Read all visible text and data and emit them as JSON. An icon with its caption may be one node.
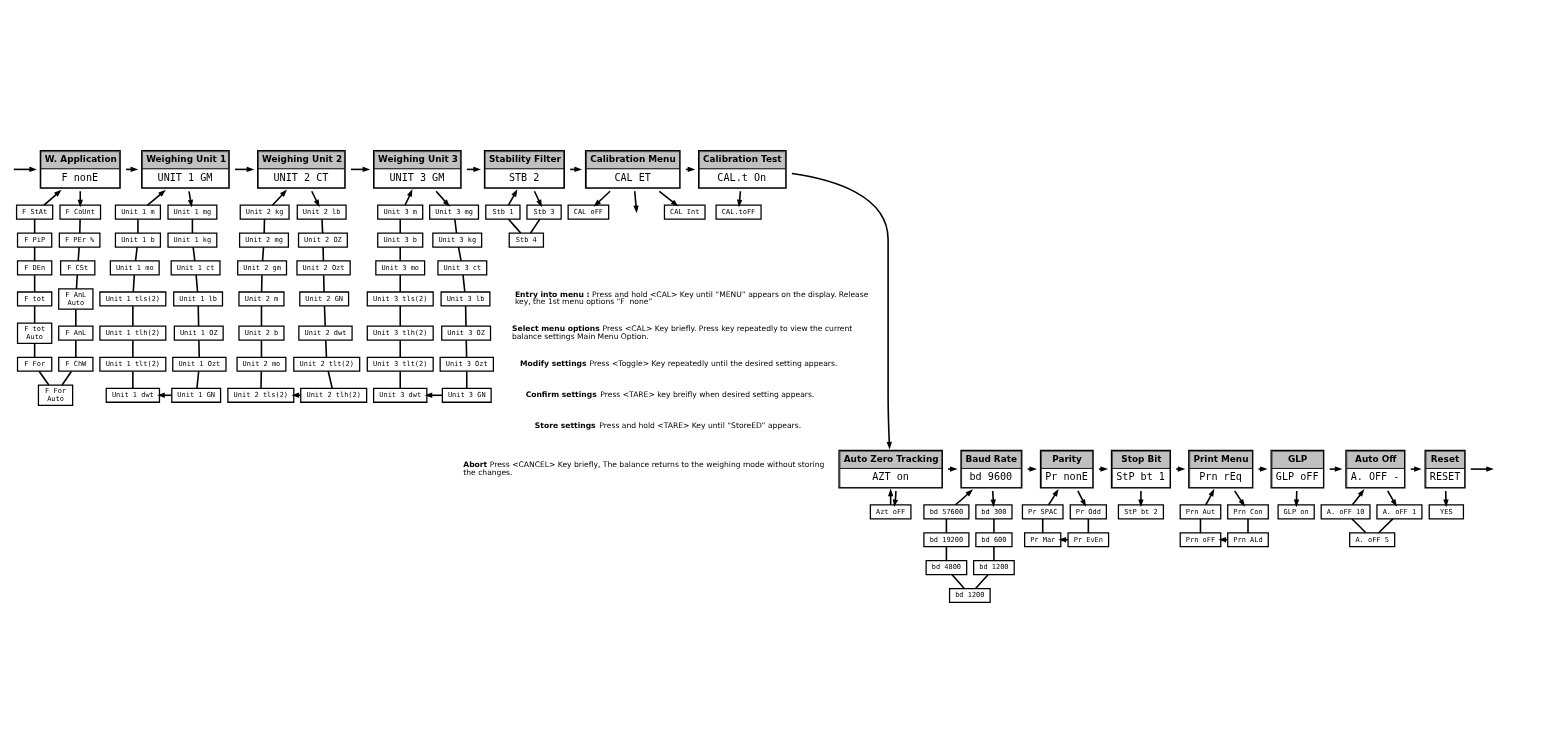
{
  "diagram": {
    "nodes": [
      {
        "text": [
          "W. Application",
          "F nonE"
        ]
      },
      {
        "text": [
          "F StAt"
        ]
      },
      {
        "text": [
          "F CoUnt"
        ]
      },
      {
        "text": [
          "F PiP"
        ]
      },
      {
        "text": [
          "F PEr %"
        ]
      },
      {
        "text": [
          "F DEn"
        ]
      },
      {
        "text": [
          "F CSt"
        ]
      },
      {
        "text": [
          "F tot"
        ]
      },
      {
        "text": [
          "F AnL",
          "Auto"
        ]
      },
      {
        "text": [
          "F tot",
          "Auto"
        ]
      },
      {
        "text": [
          "F AnL"
        ]
      },
      {
        "text": [
          "F For"
        ]
      },
      {
        "text": [
          "F ChW"
        ]
      },
      {
        "text": [
          "F For",
          "Auto"
        ]
      },
      {
        "text": [
          "Weighing Unit 1",
          "UNIT 1 GM"
        ]
      },
      {
        "text": [
          "Unit 1 m"
        ]
      },
      {
        "text": [
          "Unit 1 mg"
        ]
      },
      {
        "text": [
          "Unit 1 b"
        ]
      },
      {
        "text": [
          "Unit 1 kg"
        ]
      },
      {
        "text": [
          "Unit 1 mo"
        ]
      },
      {
        "text": [
          "Unit 1 ct"
        ]
      },
      {
        "text": [
          "Unit 1 tls(2)"
        ]
      },
      {
        "text": [
          "Unit 1 lb"
        ]
      },
      {
        "text": [
          "Unit 1 tlh(2)"
        ]
      },
      {
        "text": [
          "Unit 1 OZ"
        ]
      },
      {
        "text": [
          "Unit 1 tlt(2)"
        ]
      },
      {
        "text": [
          "Unit 1 Ozt"
        ]
      },
      {
        "text": [
          "Unit 1 dwt"
        ]
      },
      {
        "text": [
          "Unit 1 GN"
        ]
      },
      {
        "text": [
          "Weighing Unit 2",
          "UNIT 2 CT"
        ]
      },
      {
        "text": [
          "Unit 2 kg"
        ]
      },
      {
        "text": [
          "Unit 2 lb"
        ]
      },
      {
        "text": [
          "Unit 2 mg"
        ]
      },
      {
        "text": [
          "Unit 2 OZ"
        ]
      },
      {
        "text": [
          "Unit 2 gm"
        ]
      },
      {
        "text": [
          "Unit 2 Ozt"
        ]
      },
      {
        "text": [
          "Unit 2 m"
        ]
      },
      {
        "text": [
          "Unit 2 GN"
        ]
      },
      {
        "text": [
          "Unit 2 b"
        ]
      },
      {
        "text": [
          "Unit 2 dwt"
        ]
      },
      {
        "text": [
          "Unit 2 mo"
        ]
      },
      {
        "text": [
          "Unit 2 tlt(2)"
        ]
      },
      {
        "text": [
          "Unit 2 tls(2)"
        ]
      },
      {
        "text": [
          "Unit 2 tlh(2)"
        ]
      },
      {
        "text": [
          "Weighing Unit 3",
          "UNIT 3 GM"
        ]
      },
      {
        "text": [
          "Unit 3 m"
        ]
      },
      {
        "text": [
          "Unit 3 mg"
        ]
      },
      {
        "text": [
          "Unit 3 b"
        ]
      },
      {
        "text": [
          "Unit 3 kg"
        ]
      },
      {
        "text": [
          "Unit 3 mo"
        ]
      },
      {
        "text": [
          "Unit 3 ct"
        ]
      },
      {
        "text": [
          "Unit 3 tls(2)"
        ]
      },
      {
        "text": [
          "Unit 3 lb"
        ]
      },
      {
        "text": [
          "Unit 3 tlh(2)"
        ]
      },
      {
        "text": [
          "Unit 3 OZ"
        ]
      },
      {
        "text": [
          "Unit 3 tlt(2)"
        ]
      },
      {
        "text": [
          "Unit 3 Ozt"
        ]
      },
      {
        "text": [
          "Unit 3 dwt"
        ]
      },
      {
        "text": [
          "Unit 3 GN"
        ]
      },
      {
        "text": [
          "Stability Filter",
          "STB 2"
        ]
      },
      {
        "text": [
          "Stb 1"
        ]
      },
      {
        "text": [
          "Stb 3"
        ]
      },
      {
        "text": [
          "Stb 4"
        ]
      },
      {
        "text": [
          "Calibration Menu",
          "CAL ET"
        ]
      },
      {
        "text": [
          "CAL oFF"
        ]
      },
      {
        "text": [
          "CAL Int"
        ]
      },
      {
        "text": [
          "Calibration Test",
          "CAL.t On"
        ]
      },
      {
        "text": [
          "CAL.toFF"
        ]
      },
      {
        "text": [
          "Auto Zero Tracking",
          "AZT on"
        ]
      },
      {
        "text": [
          "Azt oFF"
        ]
      },
      {
        "text": [
          "Baud Rate",
          "bd 9600"
        ]
      },
      {
        "text": [
          "bd 57600"
        ]
      },
      {
        "text": [
          "bd 300"
        ]
      },
      {
        "text": [
          "bd 19200"
        ]
      },
      {
        "text": [
          "bd 600"
        ]
      },
      {
        "text": [
          "bd 4800"
        ]
      },
      {
        "text": [
          "bd 1200"
        ]
      },
      {
        "text": [
          "bd 1200"
        ]
      },
      {
        "text": [
          "Parity",
          "Pr nonE"
        ]
      },
      {
        "text": [
          "Pr SPAC"
        ]
      },
      {
        "text": [
          "Pr Odd"
        ]
      },
      {
        "text": [
          "Pr Mar"
        ]
      },
      {
        "text": [
          "Pr EvEn"
        ]
      },
      {
        "text": [
          "Stop Bit",
          "StP bt 1"
        ]
      },
      {
        "text": [
          "StP bt 2"
        ]
      },
      {
        "text": [
          "Print Menu",
          "Prn rEq"
        ]
      },
      {
        "text": [
          "Prn Aut"
        ]
      },
      {
        "text": [
          "Prn Con"
        ]
      },
      {
        "text": [
          "Prn oFF"
        ]
      },
      {
        "text": [
          "Prn ALd"
        ]
      },
      {
        "text": [
          "GLP",
          "GLP oFF"
        ]
      },
      {
        "text": [
          "GLP on"
        ]
      },
      {
        "text": [
          "Auto Off",
          "A. OFF -"
        ]
      },
      {
        "text": [
          "A. oFF 10"
        ]
      },
      {
        "text": [
          "A. oFF 1"
        ]
      },
      {
        "text": [
          "A. oFF 5"
        ]
      },
      {
        "text": [
          "Reset",
          "RESET"
        ]
      },
      {
        "text": [
          "YES"
        ]
      }
    ],
    "edges": [
      {
        "from": null,
        "to": 0,
        "arrow": "to"
      },
      {
        "from": 0,
        "to": 14,
        "arrow": "to"
      },
      {
        "from": 14,
        "to": 29,
        "arrow": "to"
      },
      {
        "from": 29,
        "to": 44,
        "arrow": "to"
      },
      {
        "from": 44,
        "to": 59,
        "arrow": "to"
      },
      {
        "from": 59,
        "to": 63,
        "arrow": "to"
      },
      {
        "from": 63,
        "to": 66,
        "arrow": "to"
      },
      {
        "from": 66,
        "to": 68,
        "arrow": "to"
      },
      {
        "from": 68,
        "to": 70,
        "arrow": "to"
      },
      {
        "from": 70,
        "to": 78,
        "arrow": "to"
      },
      {
        "from": 78,
        "to": 83,
        "arrow": "to"
      },
      {
        "from": 83,
        "to": 85,
        "arrow": "to"
      },
      {
        "from": 85,
        "to": 90,
        "arrow": "to"
      },
      {
        "from": 90,
        "to": 92,
        "arrow": "to"
      },
      {
        "from": 92,
        "to": 96,
        "arrow": "to"
      },
      {
        "from": 96,
        "to": null,
        "arrow": "to"
      },
      {
        "from": 1,
        "to": 0,
        "arrow": "to"
      },
      {
        "from": 0,
        "to": 2,
        "arrow": "to"
      },
      {
        "from": 1,
        "to": 3,
        "arrow": "none"
      },
      {
        "from": 3,
        "to": 5,
        "arrow": "none"
      },
      {
        "from": 5,
        "to": 7,
        "arrow": "none"
      },
      {
        "from": 7,
        "to": 9,
        "arrow": "none"
      },
      {
        "from": 9,
        "to": 11,
        "arrow": "none"
      },
      {
        "from": 2,
        "to": 4,
        "arrow": "none"
      },
      {
        "from": 4,
        "to": 6,
        "arrow": "none"
      },
      {
        "from": 6,
        "to": 8,
        "arrow": "none"
      },
      {
        "from": 8,
        "to": 10,
        "arrow": "none"
      },
      {
        "from": 10,
        "to": 12,
        "arrow": "none"
      },
      {
        "from": 11,
        "to": 13,
        "arrow": "none"
      },
      {
        "from": 12,
        "to": 13,
        "arrow": "none"
      },
      {
        "from": 15,
        "to": 14,
        "arrow": "to"
      },
      {
        "from": 14,
        "to": 16,
        "arrow": "to"
      },
      {
        "from": 15,
        "to": 17,
        "arrow": "none"
      },
      {
        "from": 17,
        "to": 19,
        "arrow": "none"
      },
      {
        "from": 19,
        "to": 21,
        "arrow": "none"
      },
      {
        "from": 21,
        "to": 23,
        "arrow": "none"
      },
      {
        "from": 23,
        "to": 25,
        "arrow": "none"
      },
      {
        "from": 25,
        "to": 27,
        "arrow": "none"
      },
      {
        "from": 16,
        "to": 18,
        "arrow": "none"
      },
      {
        "from": 18,
        "to": 20,
        "arrow": "none"
      },
      {
        "from": 20,
        "to": 22,
        "arrow": "none"
      },
      {
        "from": 22,
        "to": 24,
        "arrow": "none"
      },
      {
        "from": 24,
        "to": 26,
        "arrow": "none"
      },
      {
        "from": 26,
        "to": 28,
        "arrow": "none"
      },
      {
        "from": 28,
        "to": 27,
        "arrow": "to"
      },
      {
        "from": 30,
        "to": 29,
        "arrow": "to"
      },
      {
        "from": 29,
        "to": 31,
        "arrow": "to"
      },
      {
        "from": 30,
        "to": 32,
        "arrow": "none"
      },
      {
        "from": 32,
        "to": 34,
        "arrow": "none"
      },
      {
        "from": 34,
        "to": 36,
        "arrow": "none"
      },
      {
        "from": 36,
        "to": 38,
        "arrow": "none"
      },
      {
        "from": 38,
        "to": 40,
        "arrow": "none"
      },
      {
        "from": 40,
        "to": 42,
        "arrow": "none"
      },
      {
        "from": 31,
        "to": 33,
        "arrow": "none"
      },
      {
        "from": 33,
        "to": 35,
        "arrow": "none"
      },
      {
        "from": 35,
        "to": 37,
        "arrow": "none"
      },
      {
        "from": 37,
        "to": 39,
        "arrow": "none"
      },
      {
        "from": 39,
        "to": 41,
        "arrow": "none"
      },
      {
        "from": 41,
        "to": 43,
        "arrow": "none"
      },
      {
        "from": 43,
        "to": 42,
        "arrow": "to"
      },
      {
        "from": 45,
        "to": 44,
        "arrow": "to"
      },
      {
        "from": 44,
        "to": 46,
        "arrow": "to"
      },
      {
        "from": 45,
        "to": 47,
        "arrow": "none"
      },
      {
        "from": 47,
        "to": 49,
        "arrow": "none"
      },
      {
        "from": 49,
        "to": 51,
        "arrow": "none"
      },
      {
        "from": 51,
        "to": 53,
        "arrow": "none"
      },
      {
        "from": 53,
        "to": 55,
        "arrow": "none"
      },
      {
        "from": 55,
        "to": 57,
        "arrow": "none"
      },
      {
        "from": 46,
        "to": 48,
        "arrow": "none"
      },
      {
        "from": 48,
        "to": 50,
        "arrow": "none"
      },
      {
        "from": 50,
        "to": 52,
        "arrow": "none"
      },
      {
        "from": 52,
        "to": 54,
        "arrow": "none"
      },
      {
        "from": 54,
        "to": 56,
        "arrow": "none"
      },
      {
        "from": 56,
        "to": 58,
        "arrow": "none"
      },
      {
        "from": 58,
        "to": 57,
        "arrow": "to"
      },
      {
        "from": 60,
        "to": 59,
        "arrow": "to"
      },
      {
        "from": 59,
        "to": 61,
        "arrow": "to"
      },
      {
        "from": 60,
        "to": 62,
        "arrow": "none"
      },
      {
        "from": 61,
        "to": 62,
        "arrow": "none"
      },
      {
        "from": 63,
        "to": 64,
        "arrow": "to"
      },
      {
        "from": 63,
        "to": null,
        "arrow": "to"
      },
      {
        "from": 63,
        "to": 65,
        "arrow": "to"
      },
      {
        "from": 66,
        "to": 67,
        "arrow": "to"
      },
      {
        "from": 69,
        "to": 68,
        "arrow": "to"
      },
      {
        "from": 68,
        "to": 69,
        "arrow": "to"
      },
      {
        "from": 71,
        "to": 70,
        "arrow": "to"
      },
      {
        "from": 70,
        "to": 72,
        "arrow": "to"
      },
      {
        "from": 71,
        "to": 73,
        "arrow": "none"
      },
      {
        "from": 73,
        "to": 75,
        "arrow": "none"
      },
      {
        "from": 72,
        "to": 74,
        "arrow": "none"
      },
      {
        "from": 74,
        "to": 76,
        "arrow": "none"
      },
      {
        "from": 75,
        "to": 77,
        "arrow": "none"
      },
      {
        "from": 76,
        "to": 77,
        "arrow": "none"
      },
      {
        "from": 79,
        "to": 78,
        "arrow": "to"
      },
      {
        "from": 78,
        "to": 80,
        "arrow": "to"
      },
      {
        "from": 79,
        "to": 81,
        "arrow": "none"
      },
      {
        "from": 80,
        "to": 82,
        "arrow": "none"
      },
      {
        "from": 82,
        "to": 81,
        "arrow": "to"
      },
      {
        "from": 83,
        "to": 84,
        "arrow": "to"
      },
      {
        "from": 86,
        "to": 85,
        "arrow": "to"
      },
      {
        "from": 85,
        "to": 87,
        "arrow": "to"
      },
      {
        "from": 87,
        "to": 89,
        "arrow": "none"
      },
      {
        "from": 89,
        "to": 88,
        "arrow": "to"
      },
      {
        "from": 86,
        "to": 88,
        "arrow": "none"
      },
      {
        "from": 90,
        "to": 91,
        "arrow": "to"
      },
      {
        "from": 93,
        "to": 92,
        "arrow": "to"
      },
      {
        "from": 92,
        "to": 94,
        "arrow": "to"
      },
      {
        "from": 93,
        "to": 95,
        "arrow": "none"
      },
      {
        "from": 94,
        "to": 95,
        "arrow": "none"
      },
      {
        "from": 96,
        "to": 97,
        "arrow": "to"
      }
    ],
    "labels": [
      "**Entry into menu :** Press and hold <CAL> Key until “MENU” appears on the display. Release key, the 1st menu options “F  none”",
      "**Select menu options** Press <CAL> Key briefly. Press key repeatedly to view the current balance settings Main Menu Option.",
      "**Modify settings** Press <Toggle> Key repeatedly until the desired setting appears.",
      "**Confirm settings** Press <TARE> key breifly when desired setting appears.",
      "**Store settings** Press and hold <TARE> Key until “StoreED” appears.",
      "**Abort** Press <CANCEL> Key briefly, The balance returns to the weighing mode without storing the changes."
    ]
  }
}
